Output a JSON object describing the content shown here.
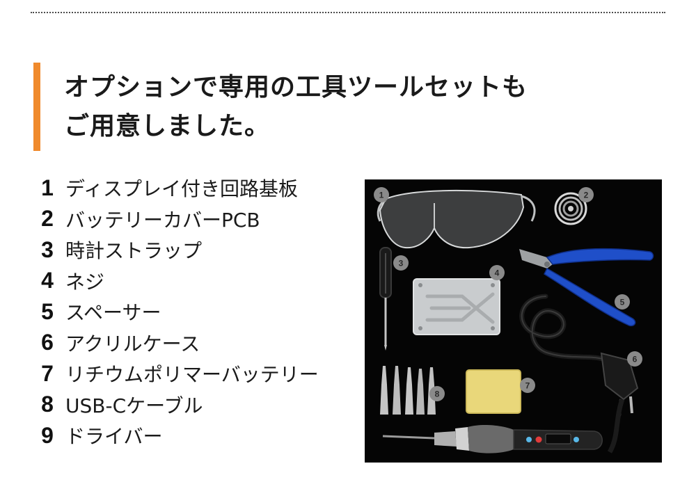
{
  "heading": {
    "line1": "オプションで専用の工具ツールセットも",
    "line2": "ご用意しました。"
  },
  "items": [
    {
      "num": "1",
      "label": "ディスプレイ付き回路基板"
    },
    {
      "num": "2",
      "label": "バッテリーカバーPCB"
    },
    {
      "num": "3",
      "label": "時計ストラップ"
    },
    {
      "num": "4",
      "label": "ネジ"
    },
    {
      "num": "5",
      "label": "スペーサー"
    },
    {
      "num": "6",
      "label": "アクリルケース"
    },
    {
      "num": "7",
      "label": "リチウムポリマーバッテリー"
    },
    {
      "num": "8",
      "label": "USB-Cケーブル"
    },
    {
      "num": "9",
      "label": "ドライバー"
    }
  ],
  "photo": {
    "badges": [
      "1",
      "2",
      "3",
      "4",
      "5",
      "6",
      "7",
      "8"
    ]
  },
  "colors": {
    "accent": "#f08a2c",
    "photo_background": "#050505",
    "badge": "#8a8a8a",
    "pliers_handle": "#1f4fc9",
    "sponge": "#e9d77a"
  }
}
